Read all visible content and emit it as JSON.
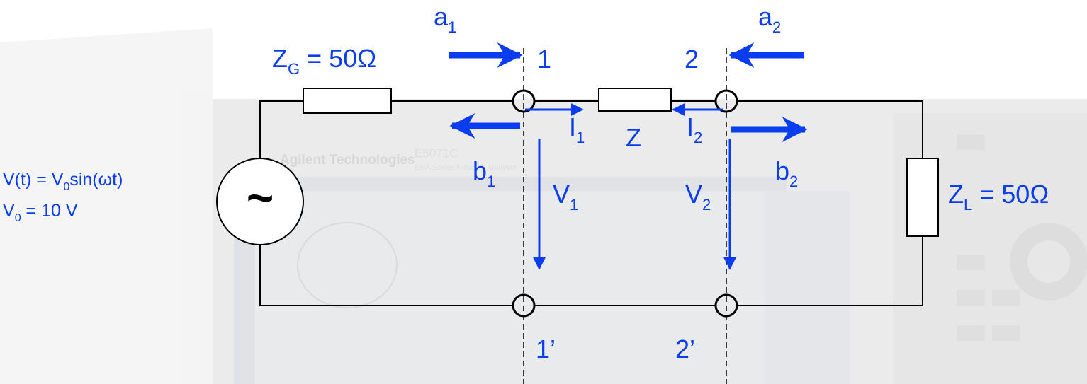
{
  "colors": {
    "accent": "#0a3cf0",
    "wire": "#000000",
    "background": "#ffffff",
    "instrument_bg": "#d9d9d9"
  },
  "source": {
    "symbol": "~",
    "eq1_pre": "V(t) = V",
    "eq1_sub": "0",
    "eq1_post": "sin(ωt)",
    "eq2_pre": "V",
    "eq2_sub": "0",
    "eq2_post": " = 10 V"
  },
  "generator": {
    "pre": "Z",
    "sub": "G",
    "post": " = 50Ω"
  },
  "load": {
    "pre": "Z",
    "sub": "L",
    "post": " = 50Ω"
  },
  "series_impedance": {
    "label": "Z"
  },
  "ports": {
    "port1": {
      "top": "1",
      "bottom": "1’"
    },
    "port2": {
      "top": "2",
      "bottom": "2’"
    }
  },
  "waves": {
    "a1": {
      "main": "a",
      "sub": "1"
    },
    "a2": {
      "main": "a",
      "sub": "2"
    },
    "b1": {
      "main": "b",
      "sub": "1"
    },
    "b2": {
      "main": "b",
      "sub": "2"
    }
  },
  "currents": {
    "i1": {
      "main": "I",
      "sub": "1"
    },
    "i2": {
      "main": "I",
      "sub": "2"
    }
  },
  "voltages": {
    "v1": {
      "main": "V",
      "sub": "1"
    },
    "v2": {
      "main": "V",
      "sub": "2"
    }
  },
  "instrument": {
    "brand": "Agilent Technologies",
    "model": "E5071C",
    "series": "ENA Series Network Analyzer"
  }
}
